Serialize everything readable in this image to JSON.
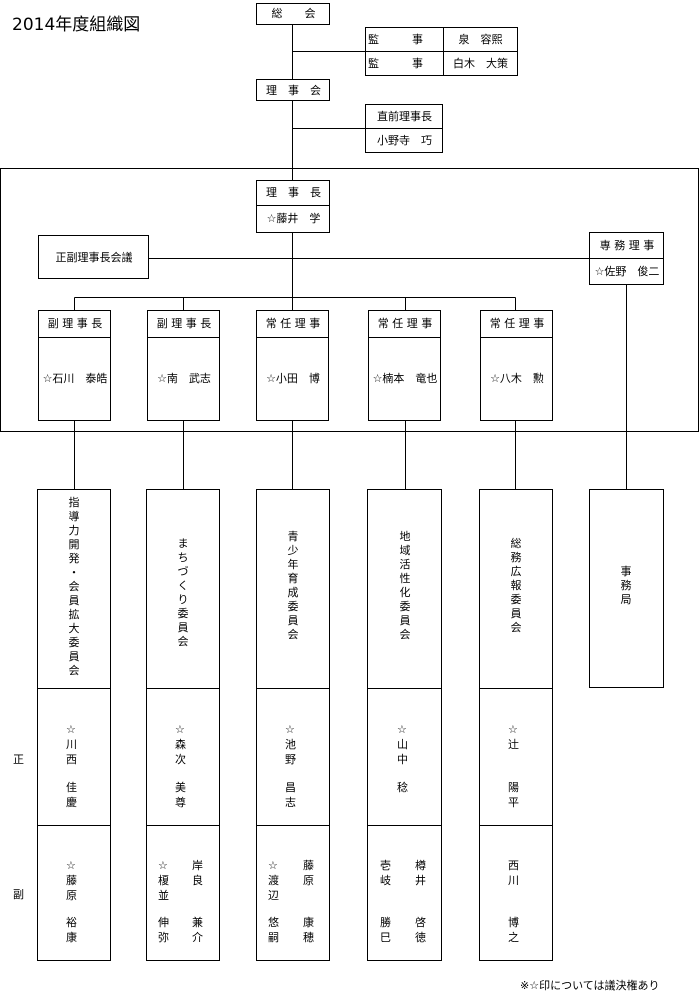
{
  "title": "2014年度組織図",
  "soukai": "総　　会",
  "kanji_label": "監　　　事",
  "kanji": [
    {
      "role": "監　　　事",
      "name": "泉　容熙"
    },
    {
      "role": "監　　　事",
      "name": "白木　大策"
    }
  ],
  "rijikai": "理　事　会",
  "past_president": {
    "title": "直前理事長",
    "name": "小野寺　巧"
  },
  "president": {
    "title": "理　事　長",
    "name": "☆藤井　学"
  },
  "council": "正副理事長会議",
  "executive_director": {
    "title": "専 務 理 事",
    "name": "☆佐野　俊二"
  },
  "officers": [
    {
      "title": "副 理 事 長",
      "name": "☆石川　泰皓"
    },
    {
      "title": "副 理 事 長",
      "name": "☆南　武志"
    },
    {
      "title": "常 任 理 事",
      "name": "☆小田　博"
    },
    {
      "title": "常 任 理 事",
      "name": "☆楠本　竜也"
    },
    {
      "title": "常 任 理 事",
      "name": "☆八木　勲"
    }
  ],
  "committees": [
    {
      "name": "指導力開発・会員拡大委員会",
      "chair": [
        "☆川西",
        "佳慶"
      ],
      "vice": [
        "☆藤原",
        "裕康"
      ]
    },
    {
      "name": "まちづくり委員会",
      "chair": [
        "☆森次",
        "美尊"
      ],
      "vice": [
        "☆榎並",
        "伸弥",
        "岸良",
        "兼介"
      ]
    },
    {
      "name": "青少年育成委員会",
      "chair": [
        "☆池野",
        "昌志"
      ],
      "vice": [
        "☆渡辺",
        "悠嗣",
        "藤原",
        "康穂"
      ]
    },
    {
      "name": "地域活性化委員会",
      "chair": [
        "☆山中",
        "稔"
      ],
      "vice": [
        "壱岐",
        "勝巳",
        "樽井",
        "啓徳"
      ]
    },
    {
      "name": "総務広報委員会",
      "chair": [
        "☆辻",
        "陽平"
      ],
      "vice": [
        "西川",
        "博之"
      ]
    }
  ],
  "secretariat": "事務局",
  "row_labels": {
    "chair": "正",
    "vice": "副"
  },
  "note": "※☆印については議決権あり"
}
